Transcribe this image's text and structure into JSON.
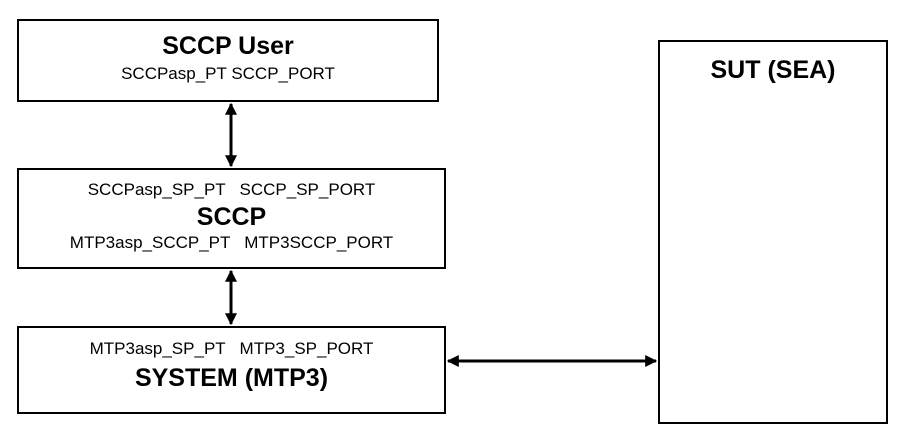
{
  "diagram": {
    "sccp_user": {
      "title": "SCCP User",
      "ports": "SCCPasp_PT SCCP_PORT"
    },
    "sccp": {
      "upper_ports": "SCCPasp_SP_PT   SCCP_SP_PORT",
      "title": "SCCP",
      "lower_ports": "MTP3asp_SCCP_PT   MTP3SCCP_PORT"
    },
    "system": {
      "ports": "MTP3asp_SP_PT   MTP3_SP_PORT",
      "title": "SYSTEM (MTP3)"
    },
    "sut": {
      "title": "SUT (SEA)"
    },
    "connections": [
      {
        "from": "SCCP User",
        "to": "SCCP",
        "direction": "bidirectional"
      },
      {
        "from": "SCCP",
        "to": "SYSTEM (MTP3)",
        "direction": "bidirectional"
      },
      {
        "from": "SYSTEM (MTP3)",
        "to": "SUT (SEA)",
        "direction": "bidirectional"
      }
    ]
  }
}
